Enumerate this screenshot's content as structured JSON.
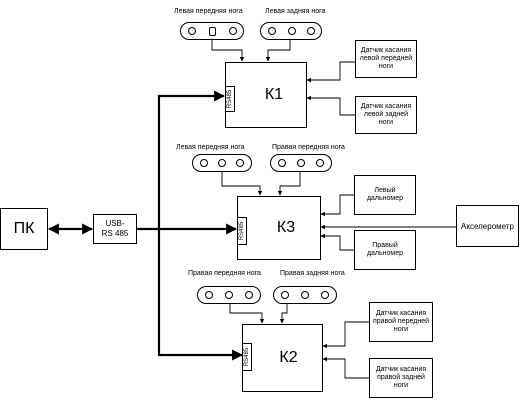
{
  "pc": {
    "label": "ПК"
  },
  "converter": {
    "label": "USB-RS 485"
  },
  "accelerometer": {
    "label": "Акселерометр"
  },
  "controllers": {
    "k1": {
      "label": "К1",
      "port": "RS485"
    },
    "k3": {
      "label": "К3",
      "port": "RS485"
    },
    "k2": {
      "label": "К2",
      "port": "RS485"
    }
  },
  "legs": {
    "front_left_1": "Левая передняя нога",
    "rear_left_1": "Левая задняя нога",
    "front_left_2": "Левая передняя нога",
    "front_right_2": "Правая передняя нога",
    "front_right_3": "Правая передняя нога",
    "rear_right_3": "Правая задняя нога"
  },
  "sensors": {
    "touch_front_left": "Датчик касания левой передней ноги",
    "touch_rear_left": "Датчик касания левой задней ноги",
    "rangefinder_left": "Левый дальномер",
    "rangefinder_right": "Правый дальномер",
    "touch_front_right": "Датчик касания правой передней ноги",
    "touch_rear_right": "Датчик касания правой задней ноги"
  }
}
